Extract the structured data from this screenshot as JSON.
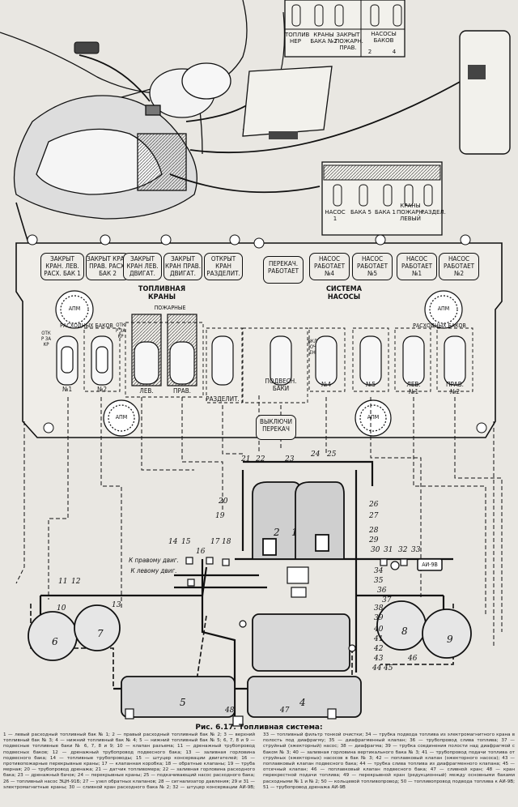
{
  "figure": {
    "caption": "Рис. 6.17. Топливная система:",
    "legend": "1 — левый расходный топливный бак № 1; 2 — правый расходный топливный бак № 2; 3 — верхний топливный бак № 3; 4 — нижний топливный бак № 4; 5 — нижний топливный бак № 5; 6, 7, 8 и 9 — подвесные топливные баки № 6, 7, 8 и 9; 10 — клапан разъема; 11 — дренажный трубопровод подвесных баков; 12 — дренажный трубопровод подвесного бака; 13 — заливная горловина подвесного бака; 14 — топливные трубопроводы; 15 — штуцер консервации двигателей; 16 — противопожарные перекрывные краны; 17 — клапанная коробка; 18 — обратные клапаны; 19 — труба мерная; 20 — трубопровод дренажа; 21 — датчик топливомера; 22 — заливная горловина расходного бака; 23 — дренажный бачок; 24 — перекрывные краны; 25 — подкачивающий насос расходного бака; 26 — топливный насос ЭЦН-91Б; 27 — узел обратных клапанов; 28 — сигнализатор давления; 29 и 31 — электромагнитные краны; 30 — сливной кран расходного бака № 2; 32 — штуцер консервации АИ-9В; 33 — топливный фильтр тонкой очистки; 34 — трубка подвода топлива из электромагнитного крана в полость под диафрагму; 35 — диафрагменный клапан; 36 — трубопровод слива топлива; 37 — струйный (эжекторный) насос; 38 — диафрагма; 39 — трубка соединения полости над диафрагмой с баком № 3; 40 — заливная горловина вертикального бака № 3; 41 — трубопровод подачи топлива от струйных (эжекторных) насосов в бак № 3; 42 — поплавковый клапан (эжекторного насоса); 43 — поплавковый клапан подвесного бака; 44 — трубка слива топлива из диафрагменного клапана; 45 — отсечный клапан; 46 — поплавковый клапан подвесного бака; 47 — сливной кран; 48 — кран перекрестной подачи топлива; 49 — перекрывной кран (редукционный) между основными баками расходными № 1 и № 2; 50 — кольцевой топливопровод; 50 — топливопровод подвода топлива к АИ-9В; 51 — трубопровод дренажа АИ-9В"
  },
  "small_panel": {
    "sections": [
      "ТОПЛИВ НЕР",
      "КРАНЫ БАКА №2",
      "ЗАКРЫТ ПОЖАРН. ПРАВ.",
      "НАСОСЫ БАКОВ"
    ],
    "pump_numbers": [
      "2",
      "4"
    ]
  },
  "mid_panel": {
    "labels": [
      "НАСОС 1",
      "БАКА 5",
      "БАКА 1",
      "КРАНЫ ПОЖАРН. ЛЕВЫЙ",
      "РАЗДЕЛ."
    ]
  },
  "signal_boxes": [
    "ЗАКРЫТ КРАН. ЛЕВ. РАСХ. БАК 1",
    "ЗАКРЫТ КРАН ПРАВ. РАСХ. БАК 2",
    "ЗАКРЫТ КРАН ЛЕВ. ДВИГАТ.",
    "ЗАКРЫТ КРАН ПРАВ. ДВИГАТ.",
    "ОТКРЫТ КРАН РАЗДЕЛИТ.",
    "ПЕРЕКАЧ. РАБОТАЕТ",
    "НАСОС РАБОТАЕТ №4",
    "НАСОС РАБОТАЕТ №5",
    "НАСОС РАБОТАЕТ №1",
    "НАСОС РАБОТАЕТ №2"
  ],
  "main_panel": {
    "apm_left": "АПМ",
    "apm_right": "АПМ",
    "apm_bottom_left": "АПМ",
    "apm_bottom_right": "АПМ",
    "fuel_cranes_title": "ТОПЛИВНАЯ КРАНЫ",
    "fire_subtitle": "ПОЖАРНЫЕ",
    "system_title": "СИСТЕМА НАСОСЫ",
    "consumable_left": "РАСХОДНЫХ БАКОВ",
    "consumable_right": "РАСХОДНЫХ БАКОВ",
    "open_close_1": "ОТКР ЗАКР",
    "open_close_2": "ОТКР ЗАКР",
    "transfer_label": "ВКЛЮЧЕН",
    "switch_labels": [
      "№1",
      "№2",
      "ЛЕВ.",
      "ПРАВ.",
      "РАЗДЕЛИТ.",
      "ПОДВЕСН. БАКИ",
      "№4",
      "№5",
      "ЛЕВ. №1",
      "ПРАВ. №2"
    ],
    "off_button": "ВЫКЛЮЧИ ПЕРЕКАЧ"
  },
  "schematic": {
    "to_right_engine": "К правому двиг.",
    "to_left_engine": "К левому двиг.",
    "apu": "АИ-9В",
    "tank_numbers": [
      "1",
      "2",
      "4",
      "5",
      "6",
      "7",
      "8",
      "9"
    ],
    "callouts": [
      "10",
      "11",
      "12",
      "13",
      "14",
      "15",
      "16",
      "17",
      "18",
      "19",
      "20",
      "21",
      "22",
      "23",
      "24",
      "25",
      "26",
      "27",
      "28",
      "29",
      "30",
      "31",
      "32",
      "33",
      "34",
      "35",
      "36",
      "37",
      "38",
      "39",
      "40",
      "41",
      "42",
      "43",
      "44",
      "45",
      "46",
      "47",
      "48"
    ]
  },
  "colors": {
    "ink": "#111111",
    "paper": "#e9e7e2",
    "panel": "#efede8"
  }
}
